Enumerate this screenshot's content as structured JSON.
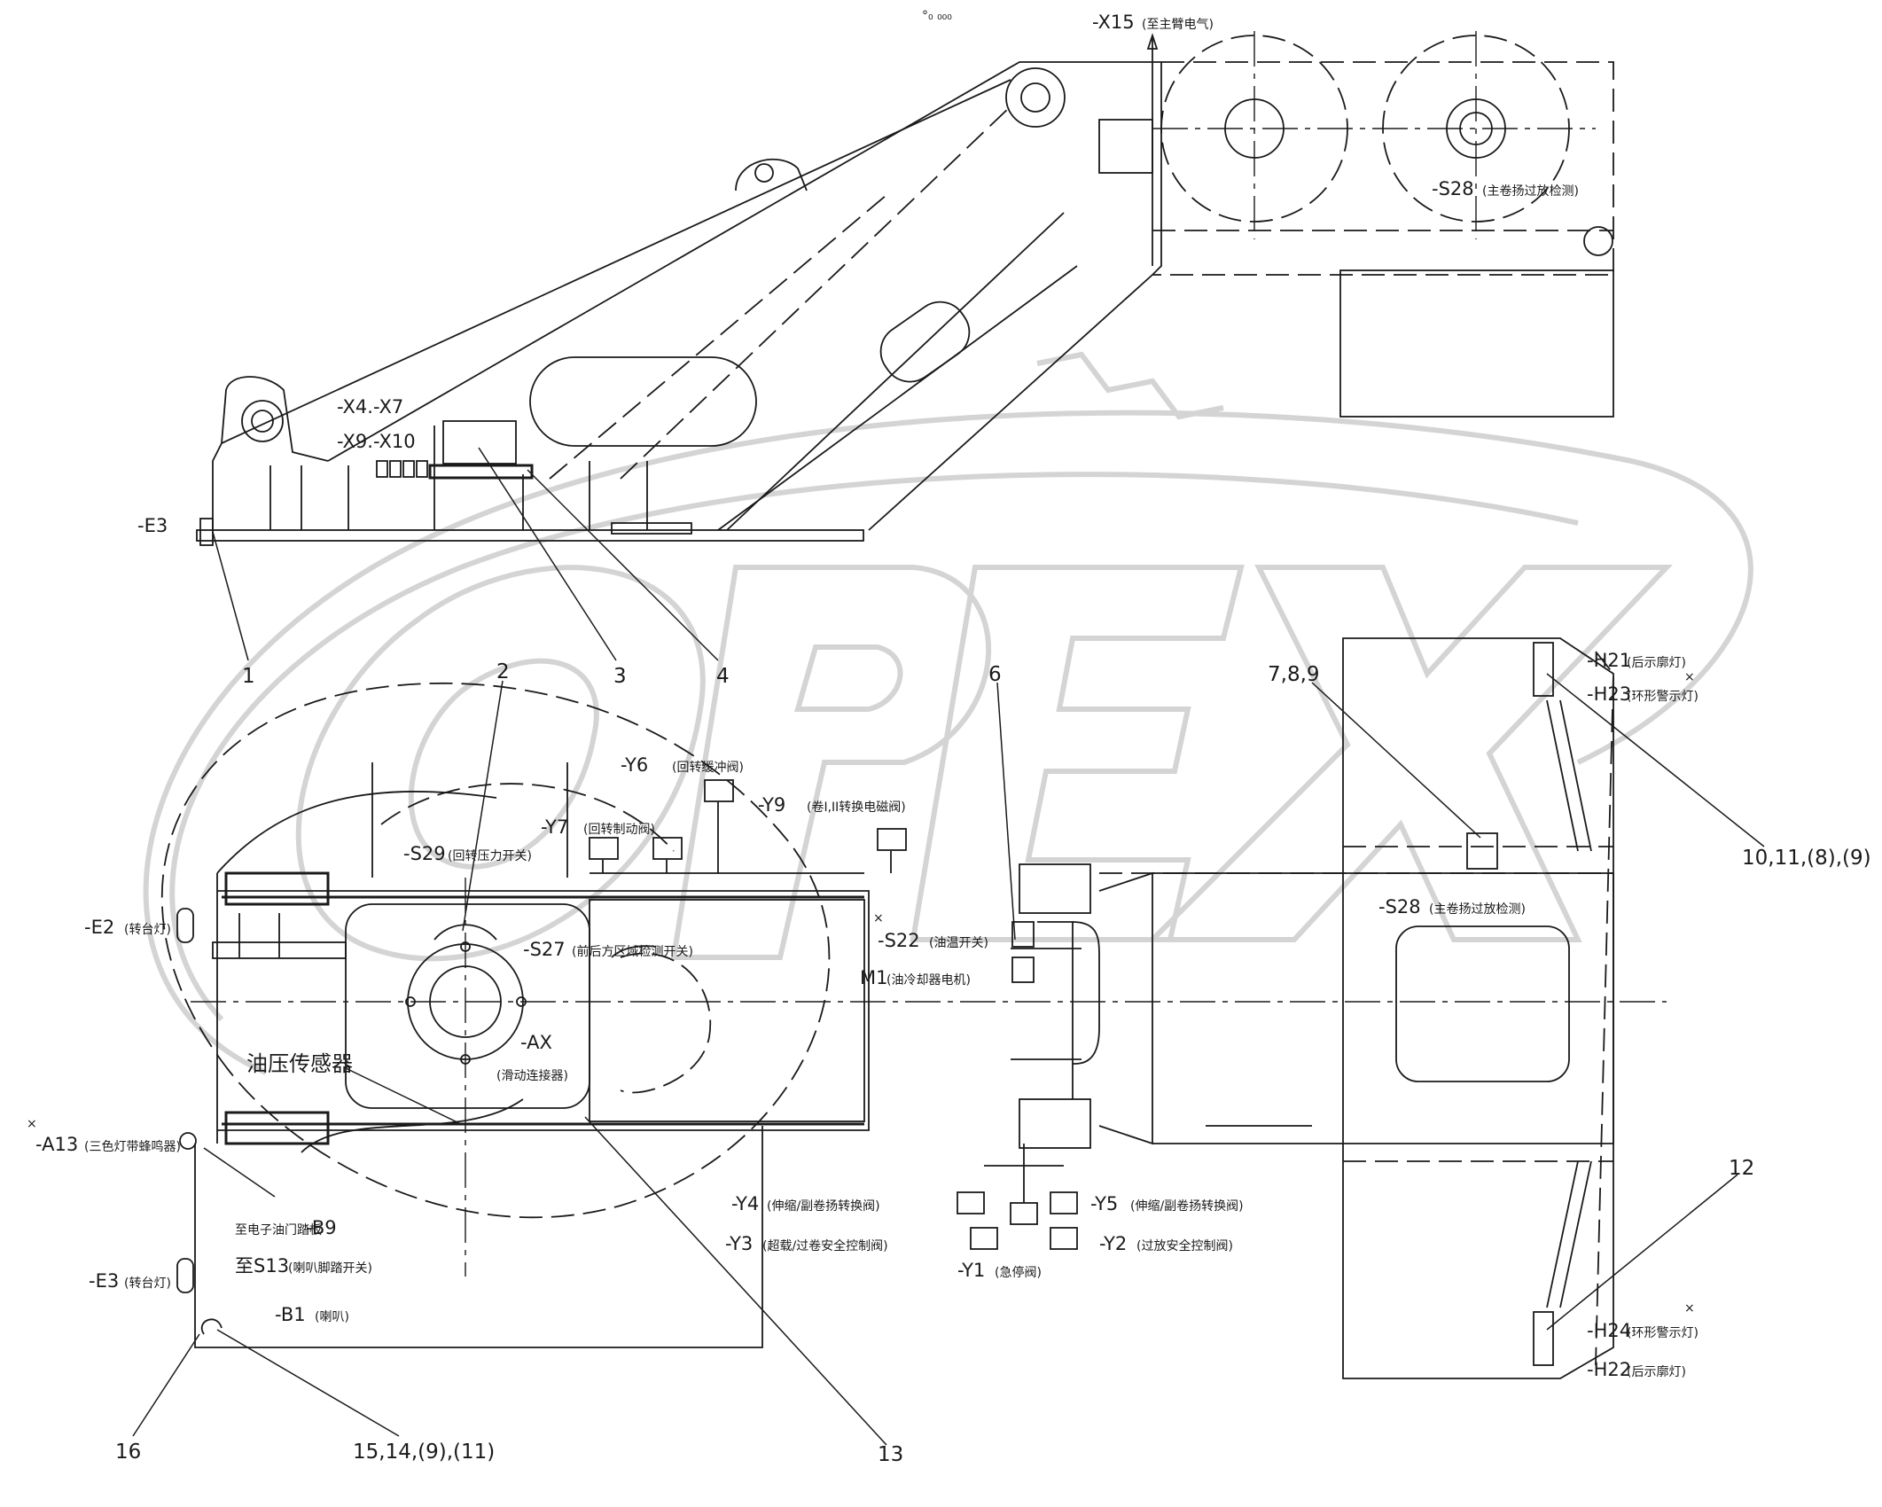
{
  "watermark": {
    "text": "OPEX"
  },
  "header_mark": "°₀ ₀₀₀",
  "labels": {
    "x15": "-X15",
    "x15_desc": "(至主臂电气)",
    "x4_x7": "-X4.-X7",
    "x9_x10": "-X9.-X10",
    "e3_top": "-E3",
    "s28_top": "-S28",
    "s28_top_desc": "(主卷扬过放检测)",
    "h21": "-H21",
    "h21_desc": "(后示廓灯)",
    "h23": "-H23",
    "h23_desc": "(环形警示灯)",
    "y6": "-Y6",
    "y6_desc": "(回转缓冲阀)",
    "y9": "-Y9",
    "y9_desc": "(卷I,II转换电磁阀)",
    "y7": "-Y7",
    "y7_desc": "(回转制动阀)",
    "s29": "-S29",
    "s29_desc": "(回转压力开关)",
    "e2": "-E2",
    "e2_desc": "(转台灯)",
    "s27": "-S27",
    "s27_desc": "(前后方区域检测开关)",
    "s22": "-S22",
    "s22_desc": "(油温开关)",
    "m1": "M1",
    "m1_desc": "(油冷却器电机)",
    "s28_bot": "-S28",
    "s28_bot_desc": "(主卷扬过放检测)",
    "ax": "-AX",
    "ax_desc": "(滑动连接器)",
    "pressure_sensor": "油压传感器",
    "a13": "-A13",
    "a13_desc": "(三色灯带蜂鸣器)",
    "b9_pre": "至电子油门踏板",
    "b9": "-B9",
    "s13": "至S13",
    "s13_desc": "(喇叭脚踏开关)",
    "e3_bot": "-E3",
    "e3_bot_desc": "(转台灯)",
    "b1": "-B1",
    "b1_desc": "(喇叭)",
    "y4": "-Y4",
    "y4_desc": "(伸缩/副卷扬转换阀)",
    "y3": "-Y3",
    "y3_desc": "(超载/过卷安全控制阀)",
    "y5": "-Y5",
    "y5_desc": "(伸缩/副卷扬转换阀)",
    "y2": "-Y2",
    "y2_desc": "(过放安全控制阀)",
    "y1": "-Y1",
    "y1_desc": "(急停阀)",
    "h24": "-H24",
    "h24_desc": "(环形警示灯)",
    "h22": "-H22",
    "h22_desc": "(后示廓灯)",
    "star": "×"
  },
  "callouts": {
    "c1": "1",
    "c2": "2",
    "c3": "3",
    "c4": "4",
    "c6": "6",
    "c789": "7,8,9",
    "c10": "10,11,(8),(9)",
    "c12": "12",
    "c13": "13",
    "c16": "16",
    "c15": "15,14,(9),(11)"
  }
}
